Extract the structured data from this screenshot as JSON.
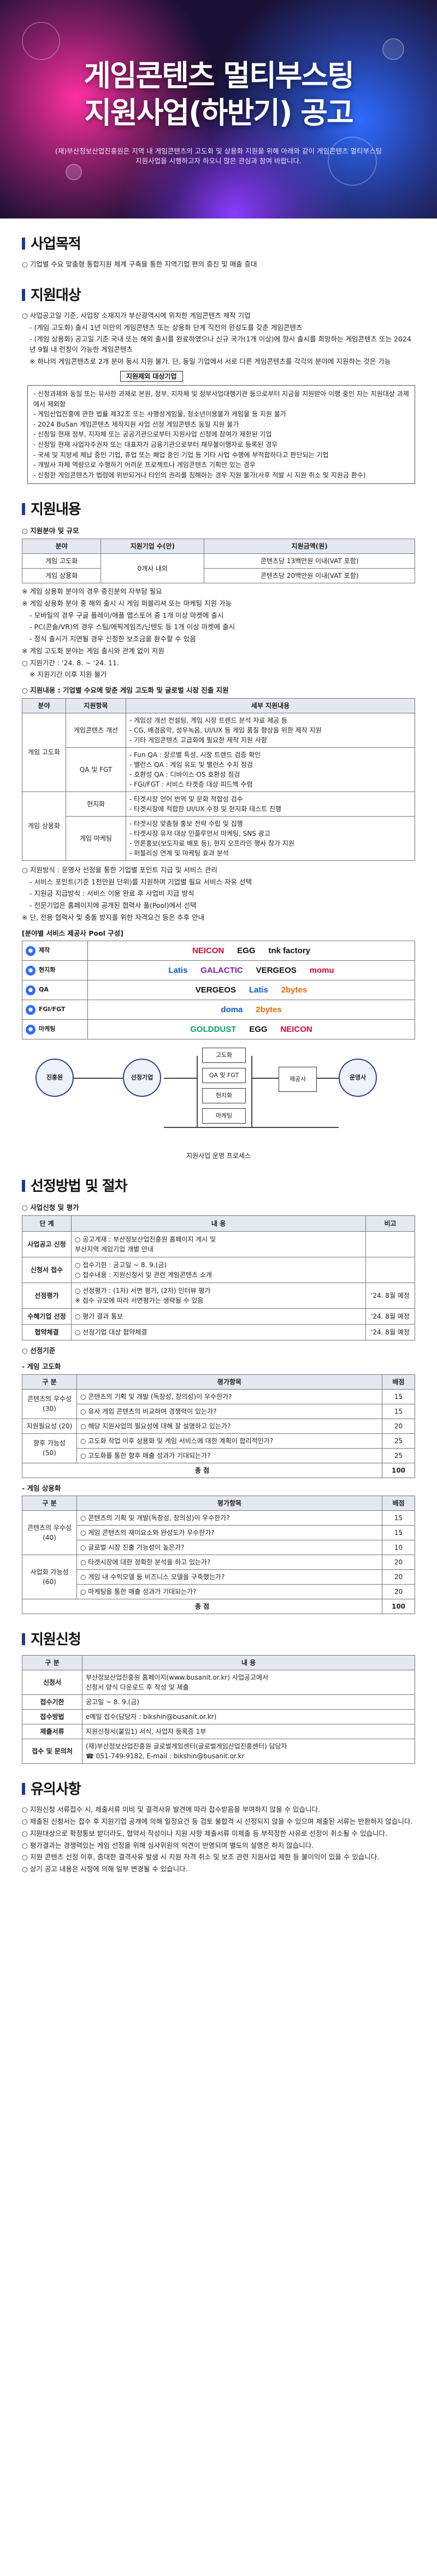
{
  "hero": {
    "title_line1": "게임콘텐츠 멀티부스팅",
    "title_line2": "지원사업(하반기) 공고",
    "subtitle": "(재)부산정보산업진흥원은 지역 내 게임콘텐츠의 고도화 및 상용화 지원을 위해 아래와 같이 게임콘텐츠 멀티부스팅지원사업을 시행하고자 하오니 많은 관심과 참여 바랍니다."
  },
  "purpose": {
    "title": "사업목적",
    "line": "○ 기업별 수요 맞춤형 통합지원 체계 구축을 통한 지역기업 편의 증진 및 매출 증대"
  },
  "target": {
    "title": "지원대상",
    "lines": [
      "○ 사업공고일 기준, 사업장 소재지가 부산광역시에 위치한 게임콘텐츠 제작 기업",
      "- (게임 고도화) 출시 1년 미만의 게임콘텐츠 또는 상용화 단계 직전의 완성도를 갖춘 게임콘텐츠",
      "- (게임 상용화) 공고일 기준 국내 또는 해외 출시를 완료하였으나 신규 국가(1개 이상)에 향시 출시를 희망하는 게임콘텐츠 또는 2024년 9월 내 런칭이 가능한 게임콘텐츠",
      "※ 하나의 게임콘텐츠로 2개 분야 동시 지원 불가. 단, 동일 기업에서 서로 다른 게임콘텐츠를 각각의 분야에 지원하는 것은 가능"
    ],
    "box_title": "지원제외 대상기업",
    "box_lines": [
      "- 신청과제와 동일 또는 유사한 과제로 본원, 정부, 지자체 및 정부사업대행기관 등으로부터 지금을 지원받아 이행 중인 자는 지원대상 과제에서 제외함",
      "- 게임산업진흥에 관한 법률 제32조 또는 사행성게임물, 청소년이용불가 게임물 등 지원 불가",
      "- 2024 BuSan 게임콘텐츠 제작지원 사업 선정 게임콘텐츠 동일 지원 불가",
      "- 신청일 현재 정부, 지자체 또는 공공기관으로부터 지원사업 신청에 참여가 제한된 기업",
      "- 신청일 현재 사업자주권자 또는 대표자가 금융기관으로부터 채무불이행자로 등록된 경우",
      "- 국세 및 지방세 체납 중인 기업, 휴업 또는 폐업 중인 기업 등 기타 사업 수행에 부적합하다고 판단되는 기업",
      "- 개발사 자체 역량으로 수행하기 어려운 프로젝트나 게임콘텐츠 기획만 있는 경우",
      "- 신청한 게임콘텐츠가 법령에 위반되거나 타인의 권리를 침해하는 경우 지원 불가(사후 적발 시 지원 취소 및 지원금 환수)"
    ]
  },
  "content": {
    "title": "지원내용",
    "scale_heading": "○ 지원분야 및 규모",
    "scale_headers": [
      "분야",
      "지원기업 수(안)",
      "지원금액(원)"
    ],
    "scale_rows": [
      [
        "게임 고도화",
        "0개사 내외",
        "콘텐츠당 13백만원 이내(VAT 포함)"
      ],
      [
        "게임 상용화",
        "",
        "콘텐츠당 20백만원 이내(VAT 포함)"
      ]
    ],
    "notes": [
      "※ 게임 상용화 분야의 경우 증진분의 자부담 필요",
      "※ 게임 상용화 분야 중 해외 출시 시 게임 퍼블리셔 또는 마케팅 지원 가능",
      "- 모바일의 경우 구글 플레이/애플 앱스토어 중 1개 이상 마켓에 출시",
      "- PC(콘솔/VR)의 경우 스팀/에픽게임즈/닌텐도 등 1개 이상 마켓에 출시",
      "- 정식 출시가 지연될 경우 신청한 보조금을 환수할 수 있음",
      "※ 게임 고도화 분야는 게임 출시와 관계 없이 지원",
      "○ 지원기간 : '24. 8. ~ '24. 11.",
      "※ 지원기간 이후 지원 불가"
    ],
    "detail_heading": "○ 지원내용 : 기업별 수요에 맞춘 게임 고도화 및 글로벌 시장 진출 지원",
    "detail_headers": [
      "분야",
      "지원항목",
      "세부 지원내용"
    ],
    "detail_rows": [
      {
        "field": "게임 고도화",
        "item": "게임콘텐츠 개선",
        "desc": "- 게임성 개선 컨설팅, 게임 시장 트렌드 분석 자료 제공 등\n- CG, 배경음악, 성우녹음, UI/UX 등 게임 품질 향상을 위한 제작 지원\n- 기타 게임콘텐츠 고급화에 필요한 제작 지원 사항"
      },
      {
        "field": "",
        "item": "QA 및 FGT",
        "desc": "- Fun QA : 장르별 특성, 시장 트렌드 검증 확인\n- 밸런스 QA : 게임 유도 및 밸런스 수치 점검\n- 호환성 QA : 디바이스·OS 호환성 점검\n- FGI/FGT : 서비스 타겟층 대상 피드백 수렴"
      },
      {
        "field": "게임 상용화",
        "item": "현지화",
        "desc": "- 타겟시장 언어 번역 및 문화 적합성 검수\n- 타겟시장에 적합한 UI/UX 수정 및 현지화 테스트 진행"
      },
      {
        "field": "",
        "item": "게임 마케팅",
        "desc": "- 타겟시장 맞춤형 홍보 전략 수립 및 집행\n- 타겟시장 유저 대상 인플루언서 마케팅, SNS 광고\n- 언론홍보(보도자료 배포 등), 현지 오프라인 행사 참가 지원\n- 퍼블리싱 연계 및 마케팅 효과 분석"
      }
    ],
    "partner_lines": [
      "○ 지원방식 : 운영사 선정을 통한 기업별 포인트 지급 및 서비스 관리",
      "- 서비스 포인트(기준 1천만원 단위)를 지원하며 기업별 필요 서비스 자유 선택",
      "- 지원금 지급방식 : 서비스 이용 완료 후 사업비 지급 방식",
      "- 전문기업은 홈페이지에 공개된 협력사 풀(Pool)에서 선택",
      "※ 단, 전용 협력사 및 충돌 방지를 위한 자격요건 등은 추후 안내"
    ],
    "partner_heading": "[분야별 서비스 제공사 Pool 구성]",
    "partner_rows": [
      {
        "cat": "제작",
        "logos": [
          "NEICON",
          "EGG",
          "tnk factory"
        ]
      },
      {
        "cat": "현지화",
        "logos": [
          "Latis",
          "GALACTIC",
          "VERGEOS",
          "momu"
        ]
      },
      {
        "cat": "QA",
        "logos": [
          "VERGEOS",
          "Latis",
          "2bytes"
        ]
      },
      {
        "cat": "FGI/FGT",
        "logos": [
          "doma",
          "2bytes"
        ]
      },
      {
        "cat": "마케팅",
        "logos": [
          "GOLDDUST",
          "EGG",
          "NEICON"
        ]
      }
    ],
    "flow": {
      "n1": "진흥원",
      "n2": "선정기업",
      "n3": "운영사",
      "r1": "고도화",
      "r2": "QA 및 FGT",
      "r3": "현지화",
      "r4": "마케팅",
      "r5": "제공사",
      "caption": "지원사업 운영 프로세스"
    }
  },
  "process": {
    "title": "선정방법 및 절차",
    "sub": "○ 사업신청 및 평가",
    "headers": [
      "단 계",
      "내 용",
      "비고"
    ],
    "rows": [
      {
        "stage": "사업공고 신청",
        "desc": "○ 공고게재 : 부산정보산업진흥원 홈페이지 게시 및\n부산지역 게임기업 개별 안내",
        "note": ""
      },
      {
        "stage": "신청서 접수",
        "desc": "○ 접수기한 : 공고일 ~ 8. 9.(금)\n○ 접수내용 : 지원신청서 및 관련 게임콘텐츠 소개",
        "note": ""
      },
      {
        "stage": "선정평가",
        "desc": "○ 선정평가 : (1차) 서면 평가, (2차) 인터뷰 평가\n※ 접수 규모에 따라 서면평가는 생략될 수 있음",
        "note": "'24. 8월 예정"
      },
      {
        "stage": "수혜기업 선정",
        "desc": "○ 평가 결과 통보",
        "note": "'24. 8월 예정"
      },
      {
        "stage": "협약체결",
        "desc": "○ 선정기업 대상 협약체결",
        "note": "'24. 8월 예정"
      }
    ],
    "criteria_heading": "○ 선정기준",
    "adv_heading": "- 게임 고도화",
    "adv_headers": [
      "구 분",
      "평가항목",
      "배점"
    ],
    "adv_rows": [
      {
        "g": "콘텐츠의 우수성 (30)",
        "item": "○ 콘텐츠의 기획 및 개발 (독창성, 창의성)이 우수한가?",
        "score": "15"
      },
      {
        "g": "",
        "item": "○ 유사 게임 콘텐츠의 비교하여 경쟁력이 있는가?",
        "score": "15"
      },
      {
        "g": "지원필요성 (20)",
        "item": "○ 해당 지원사업의 필요성에 대해 잘 설명하고 있는가?",
        "score": "20"
      },
      {
        "g": "향후 가능성 (50)",
        "item": "○ 고도화 작업 이후 상용화 및 게임 서비스에 대한 계획이 합리적인가?",
        "score": "25"
      },
      {
        "g": "",
        "item": "○ 고도화를 통한 향후 매출 성과가 기대되는가?",
        "score": "25"
      }
    ],
    "adv_total": [
      "총 점",
      "100"
    ],
    "com_heading": "- 게임 상용화",
    "com_headers": [
      "구 분",
      "평가항목",
      "배점"
    ],
    "com_rows": [
      {
        "g": "콘텐츠의 우수성 (40)",
        "item": "○ 콘텐츠의 기획 및 개발(독창성, 창의성)이 우수한가?",
        "score": "15"
      },
      {
        "g": "",
        "item": "○ 게임 콘텐츠의 재미요소와 완성도가 우수한가?",
        "score": "15"
      },
      {
        "g": "",
        "item": "○ 글로벌 시장 진출 가능성이 높은가?",
        "score": "10"
      },
      {
        "g": "사업화 가능성 (60)",
        "item": "○ 타겟시장에 대한 정확한 분석을 하고 있는가?",
        "score": "20"
      },
      {
        "g": "",
        "item": "○ 게임 내 수익모델 등 비즈니스 모델을 구축했는가?",
        "score": "20"
      },
      {
        "g": "",
        "item": "○ 마케팅을 통한 매출 성과가 기대되는가?",
        "score": "20"
      }
    ],
    "com_total": [
      "총 점",
      "100"
    ]
  },
  "apply": {
    "title": "지원신청",
    "headers": [
      "구 분",
      "내 용"
    ],
    "rows": [
      [
        "신청서",
        "부산정보산업진흥원 홈페이지(www.busanit.or.kr) 사업공고에서\n신청서 양식 다운로드 후 작성 및 제출"
      ],
      [
        "접수기한",
        "공고일 ~ 8. 9.(금)"
      ],
      [
        "접수방법",
        "e메일 접수(담당자 : bikshin@busanit.or.kr)"
      ],
      [
        "제출서류",
        "지원신청서(붙임1) 서식, 사업자 등록증 1부"
      ],
      [
        "접수 및 문의처",
        "(재)부산정보산업진흥원 글로벌게임센터(글로벌게임산업진흥센터) 담당자\n☎ 051-749-9182, E-mail : bikshin@busanit.or.kr"
      ]
    ]
  },
  "notice": {
    "title": "유의사항",
    "lines": [
      "○ 지원신청 서류접수 시, 제출서류 미비 및 결격사유 발견에 따라 접수받음을 부여하지 않을 수 있습니다.",
      "○ 제출된 신청서는 접수 후 지원기업 공개에 의해 일정요건 등 검토 불합격 시 선정되지 않을 수 있으며 제출된 서류는 반환하지 않습니다.",
      "○ 지원대상으로 확정통보 받더라도, 협약서 작성이나 지원 사항 제출서류 미제출 등 부적정한 사유로 선정이 취소될 수 있습니다.",
      "○ 평가결과는 경쟁력있는 게임 선정을 위해 심사위원의 의견이 반영되며 별도의 설명은 하지 않습니다.",
      "○ 지원 콘텐츠 선정 이후, 중대한 결격사유 발생 시 지원 자격 취소 및 보조 관련 지원사업 제한 등 불이익이 있을 수 있습니다.",
      "○ 상기 공고 내용은 사정에 의해 일부 변경될 수 있습니다."
    ]
  }
}
